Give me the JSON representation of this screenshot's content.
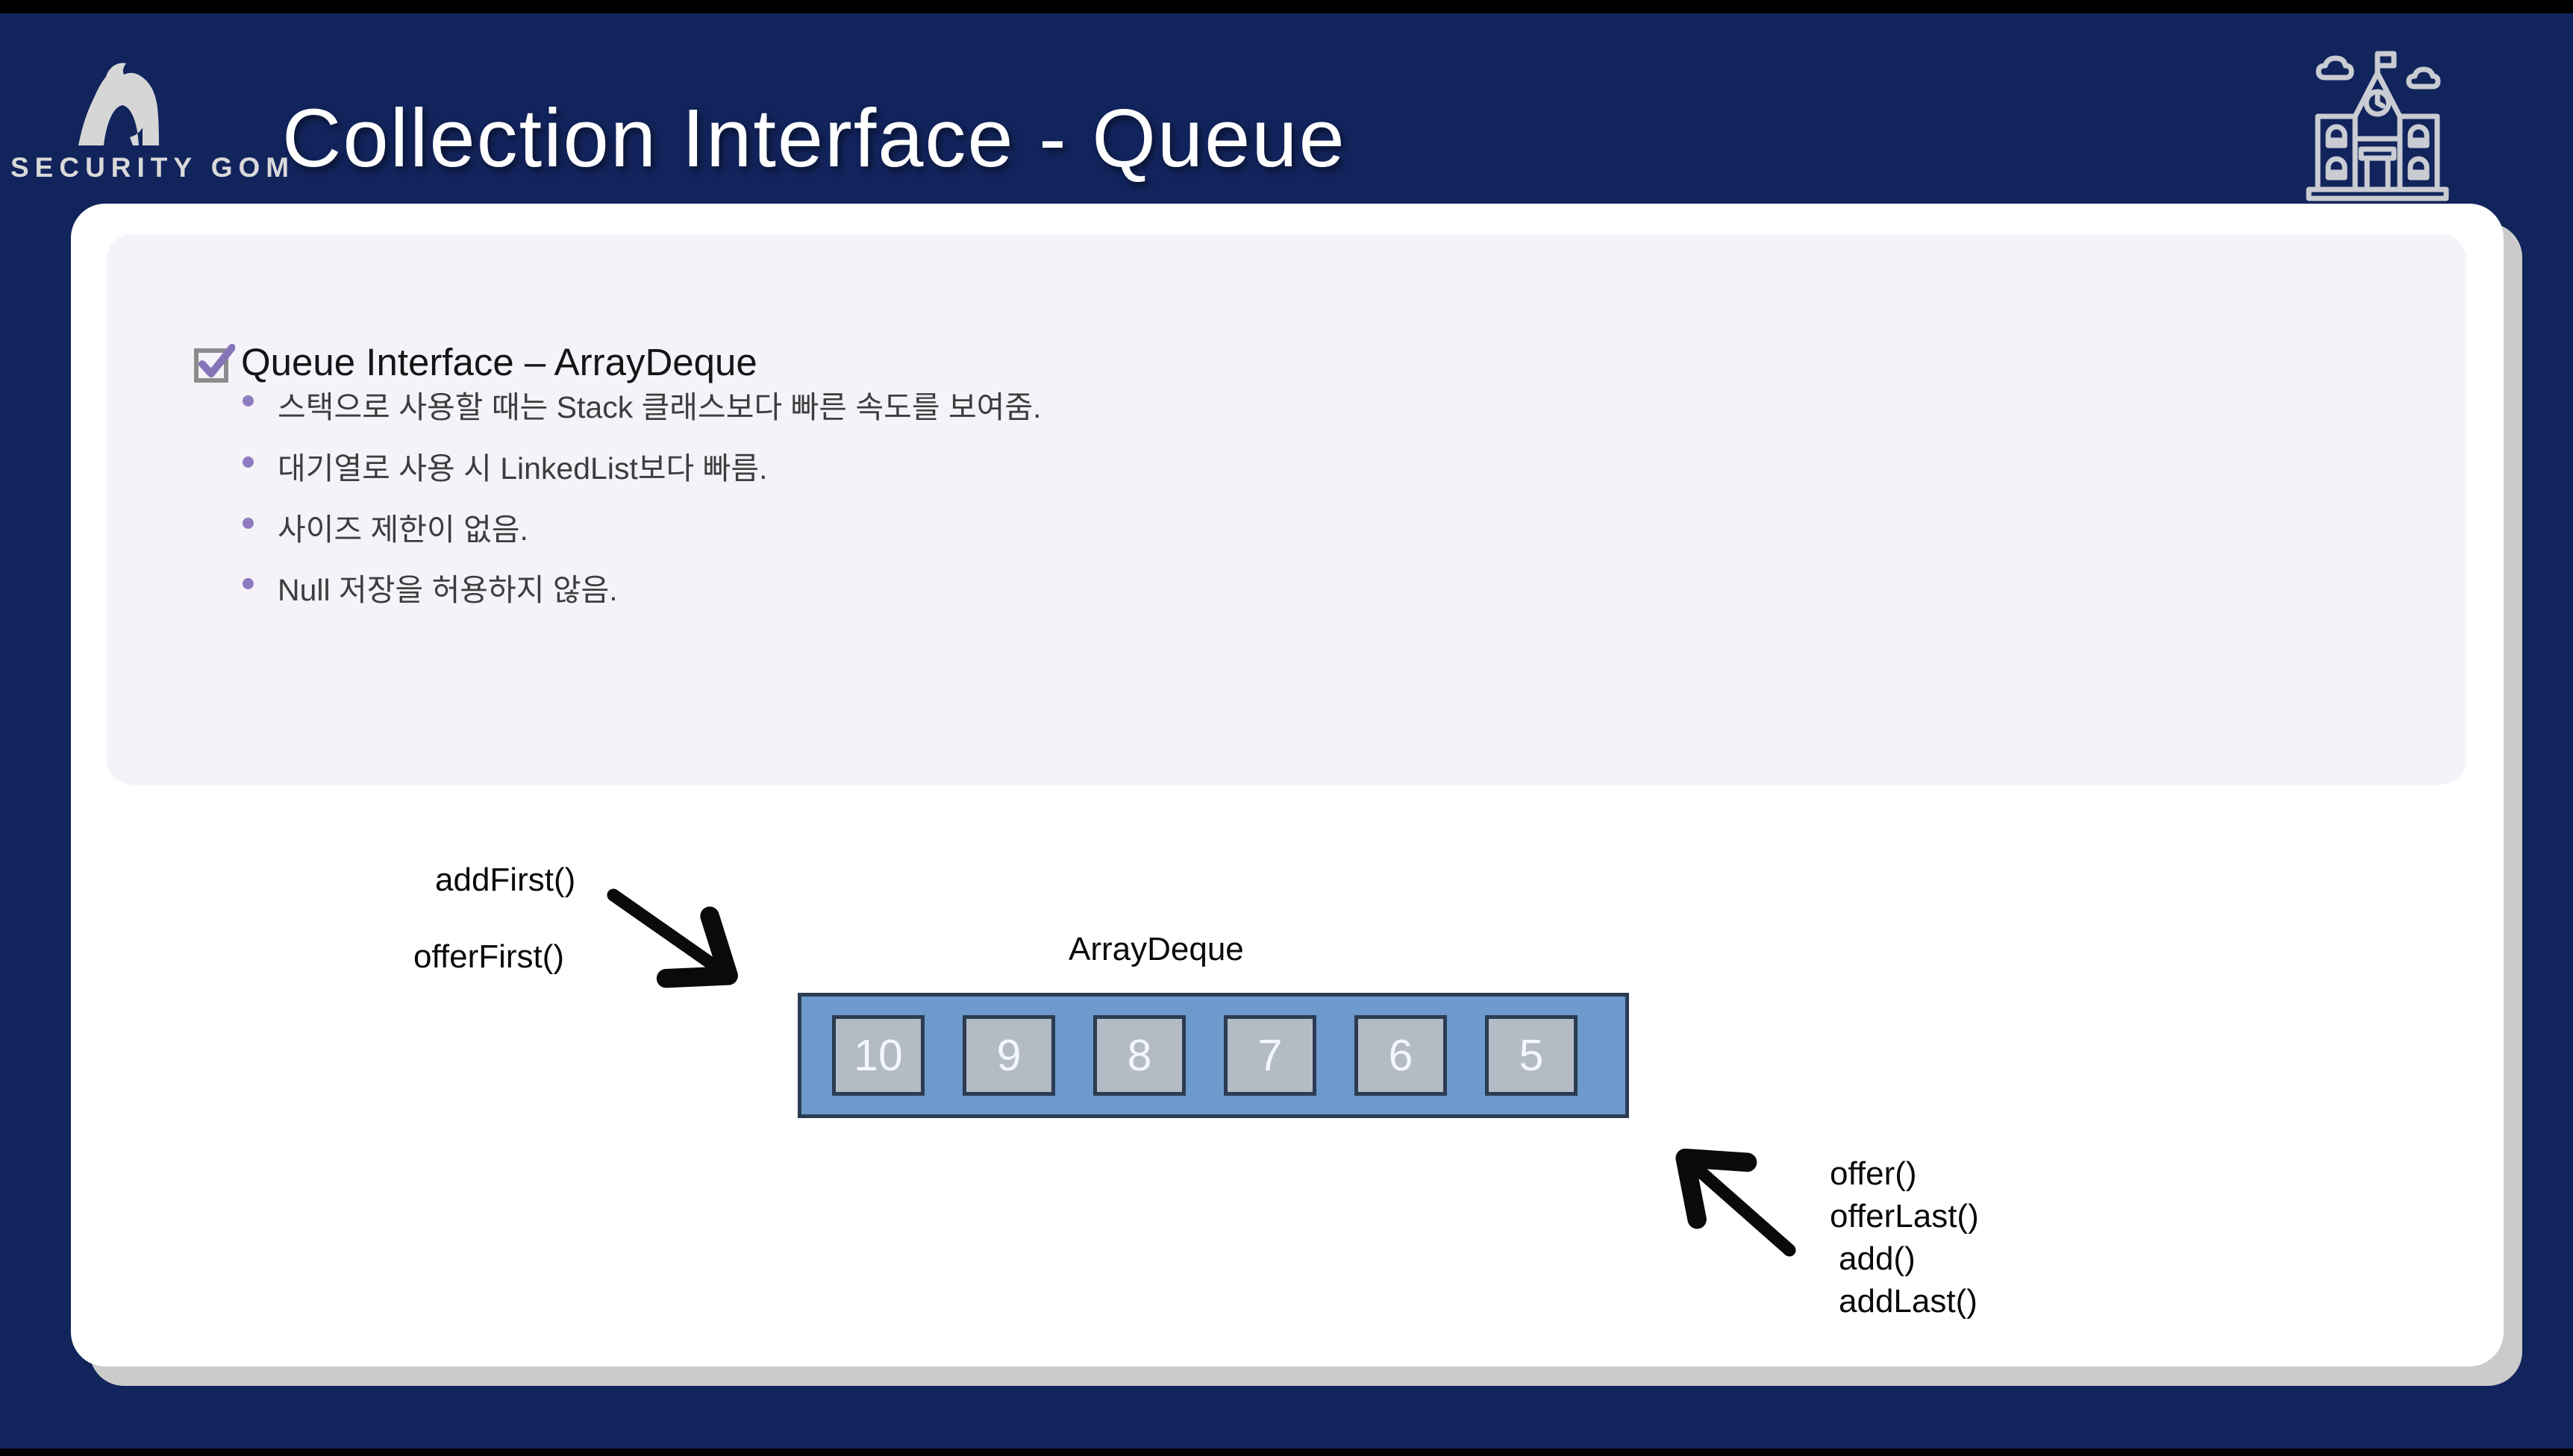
{
  "header": {
    "logo_text": "SECURITY GOM",
    "title": "Collection Interface - Queue"
  },
  "card": {
    "heading": "Queue Interface – ArrayDeque",
    "bullets": [
      "스택으로 사용할 때는 Stack 클래스보다 빠른 속도를 보여줌.",
      "대기열로 사용 시 LinkedList보다 빠름.",
      "사이즈 제한이 없음.",
      "Null 저장을 허용하지 않음."
    ]
  },
  "diagram": {
    "label_add_first": "addFirst()",
    "label_offer_first": "offerFirst()",
    "container_label": "ArrayDeque",
    "cells": [
      "10",
      "9",
      "8",
      "7",
      "6",
      "5"
    ],
    "tail_labels": [
      "offer()",
      "offerLast()",
      "add()",
      "addLast()"
    ]
  },
  "icons": {
    "logo": "bear-logo-icon",
    "top_right": "school-building-icon",
    "heading": "checkbox-checked-icon",
    "arrows": [
      "arrow-down-right",
      "arrow-up-left"
    ]
  },
  "colors": {
    "background": "#12245c",
    "top_bottom_bars": "#000000",
    "card": "#ffffff",
    "card_shadow": "#cbcbcb",
    "panel": "#f4f3f9",
    "heading_text": "#151515",
    "bullet_text": "#3d3d3d",
    "bullet_dot": "#8f7cc0",
    "checkbox_check": "#8674b8",
    "deque_fill": "#6d99cc",
    "deque_border": "#2b3c53",
    "cell_fill": "#b3bbc5",
    "cell_text": "#f3f7fb",
    "title_text": "#ffffff",
    "logo_gray": "#d6d6d6"
  }
}
